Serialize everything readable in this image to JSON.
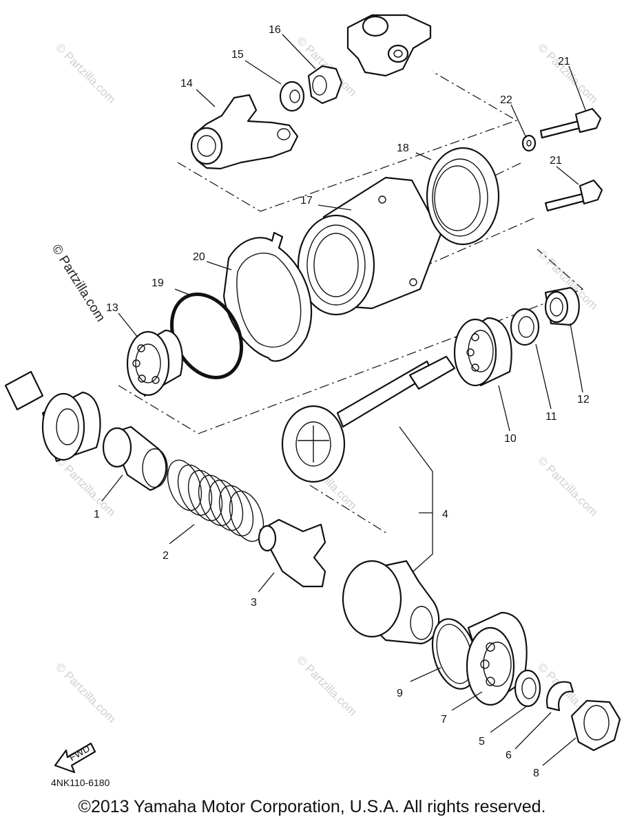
{
  "diagram": {
    "part_code": "4NK110-6180",
    "fwd_label": "FWD",
    "copyright": "©2013 Yamaha Motor Corporation, U.S.A. All rights reserved.",
    "watermark_text": "© Partzilla.com",
    "callouts": {
      "c1": "1",
      "c2": "2",
      "c3": "3",
      "c4": "4",
      "c5": "5",
      "c6": "6",
      "c7": "7",
      "c8": "8",
      "c9": "9",
      "c10": "10",
      "c11": "11",
      "c12": "12",
      "c13": "13",
      "c14": "14",
      "c15": "15",
      "c16": "16",
      "c17": "17",
      "c18": "18",
      "c19": "19",
      "c20": "20",
      "c21a": "21",
      "c21b": "21",
      "c22": "22"
    }
  }
}
